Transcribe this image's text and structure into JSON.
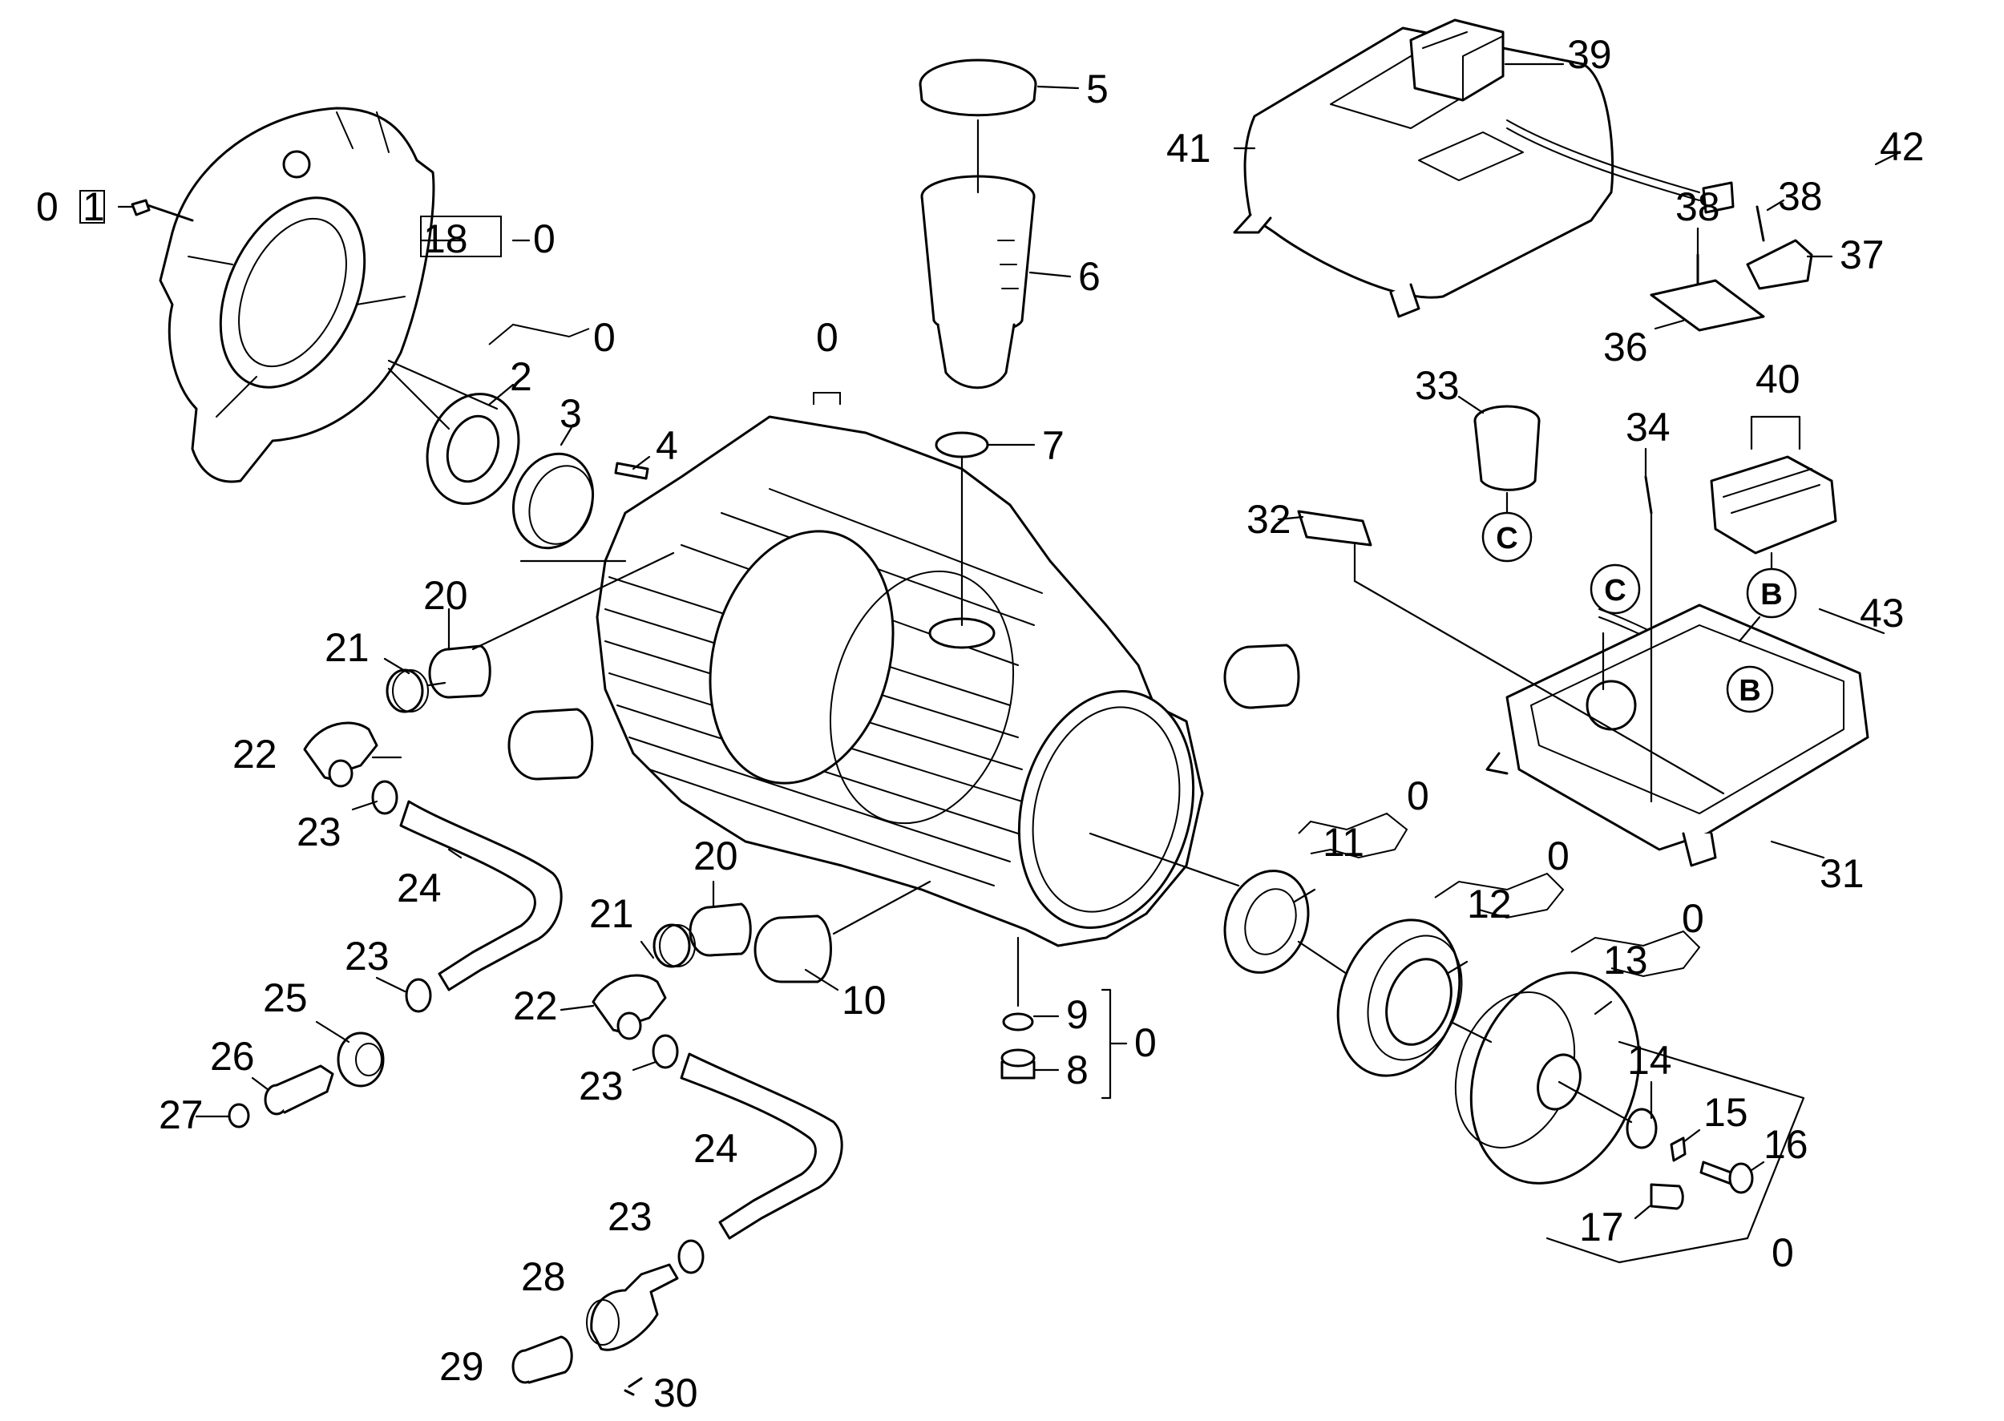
{
  "labels": {
    "p0_a": "0",
    "p1": "1",
    "p18": "18",
    "p0_b": "0",
    "p0_c": "0",
    "p2": "2",
    "p3": "3",
    "p4": "4",
    "p0_d": "0",
    "p5": "5",
    "p6": "6",
    "p7": "7",
    "p20_a": "20",
    "p21_a": "21",
    "p22_a": "22",
    "p23_a": "23",
    "p24_a": "24",
    "p20_b": "20",
    "p21_b": "21",
    "p22_b": "22",
    "p23_b": "23",
    "p24_b": "24",
    "p23_c": "23",
    "p25": "25",
    "p26": "26",
    "p27": "27",
    "p23_d": "23",
    "p28": "28",
    "p29": "29",
    "p30": "30",
    "p10": "10",
    "p9": "9",
    "p8": "8",
    "p0_e": "0",
    "p11": "11",
    "p0_f": "0",
    "p12": "12",
    "p0_g": "0",
    "p13": "13",
    "p0_h": "0",
    "p14": "14",
    "p15": "15",
    "p16": "16",
    "p17": "17",
    "p0_i": "0",
    "p41": "41",
    "p39": "39",
    "p42": "42",
    "p38_a": "38",
    "p38_b": "38",
    "p37": "37",
    "p36": "36",
    "p33": "33",
    "p34": "34",
    "p40": "40",
    "p32": "32",
    "p43": "43",
    "p31": "31",
    "c_a": "C",
    "c_b": "C",
    "b_a": "B",
    "b_b": "B"
  }
}
